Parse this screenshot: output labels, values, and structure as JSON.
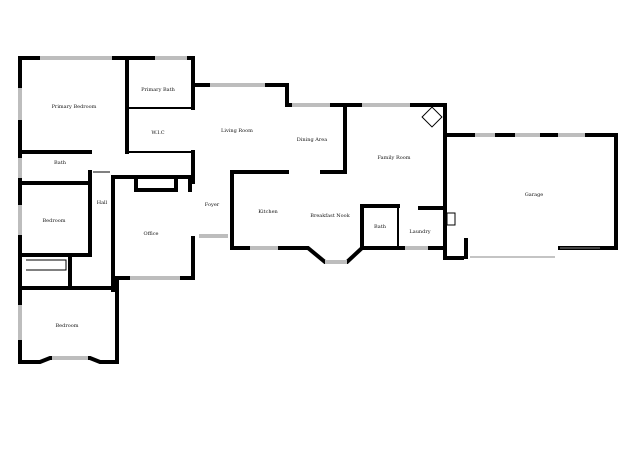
{
  "rooms": {
    "primary_bedroom": "Primary Bedroom",
    "primary_bath": "Primary Bath",
    "wic": "W.I.C",
    "living_room": "Living Room",
    "dining_area": "Dining Area",
    "family_room": "Family Room",
    "garage": "Garage",
    "bath_1": "Bath",
    "hall": "Hall",
    "bedroom_1": "Bedroom",
    "office": "Office",
    "foyer": "Foyer",
    "kitchen": "Kitchen",
    "breakfast_nook": "Breakfast Nook",
    "bath_2": "Bath",
    "laundry": "Laundry",
    "bedroom_2": "Bedroom"
  },
  "colors": {
    "wall": "#000000",
    "window": "#bdbdbd",
    "background": "#ffffff"
  }
}
